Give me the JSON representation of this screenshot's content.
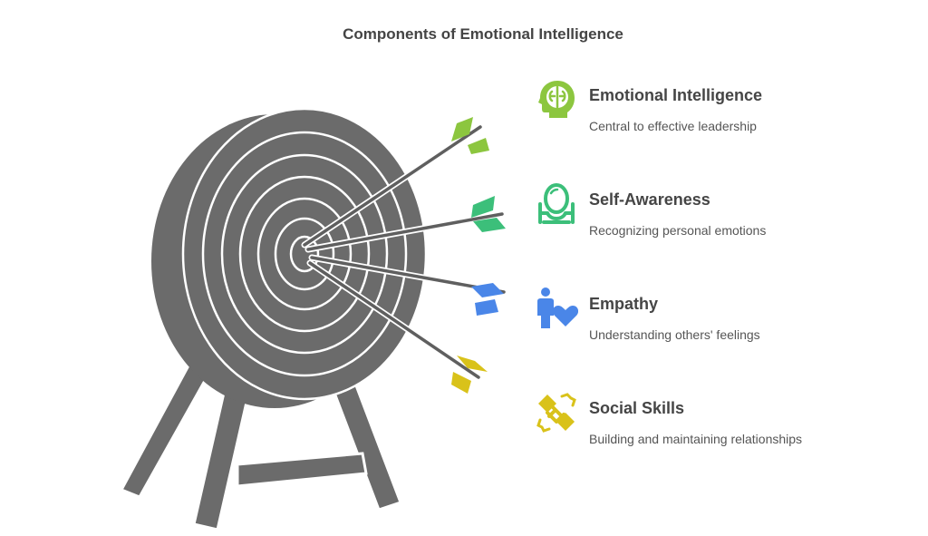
{
  "title": "Components of Emotional Intelligence",
  "colors": {
    "target": "#6b6b6b",
    "arrow_shaft": "#5f5f5f",
    "emotional_intelligence": "#8cc63f",
    "self_awareness": "#3cbf7a",
    "empathy": "#4a86e8",
    "social_skills": "#d9c21a"
  },
  "components": [
    {
      "name": "Emotional Intelligence",
      "description": "Central to effective leadership",
      "icon": "brain-head-icon",
      "color": "#8cc63f"
    },
    {
      "name": "Self-Awareness",
      "description": "Recognizing personal emotions",
      "icon": "mirror-icon",
      "color": "#3cbf7a"
    },
    {
      "name": "Empathy",
      "description": "Understanding others' feelings",
      "icon": "person-heart-icon",
      "color": "#4a86e8"
    },
    {
      "name": "Social Skills",
      "description": "Building and maintaining relationships",
      "icon": "handshake-icon",
      "color": "#d9c21a"
    }
  ]
}
